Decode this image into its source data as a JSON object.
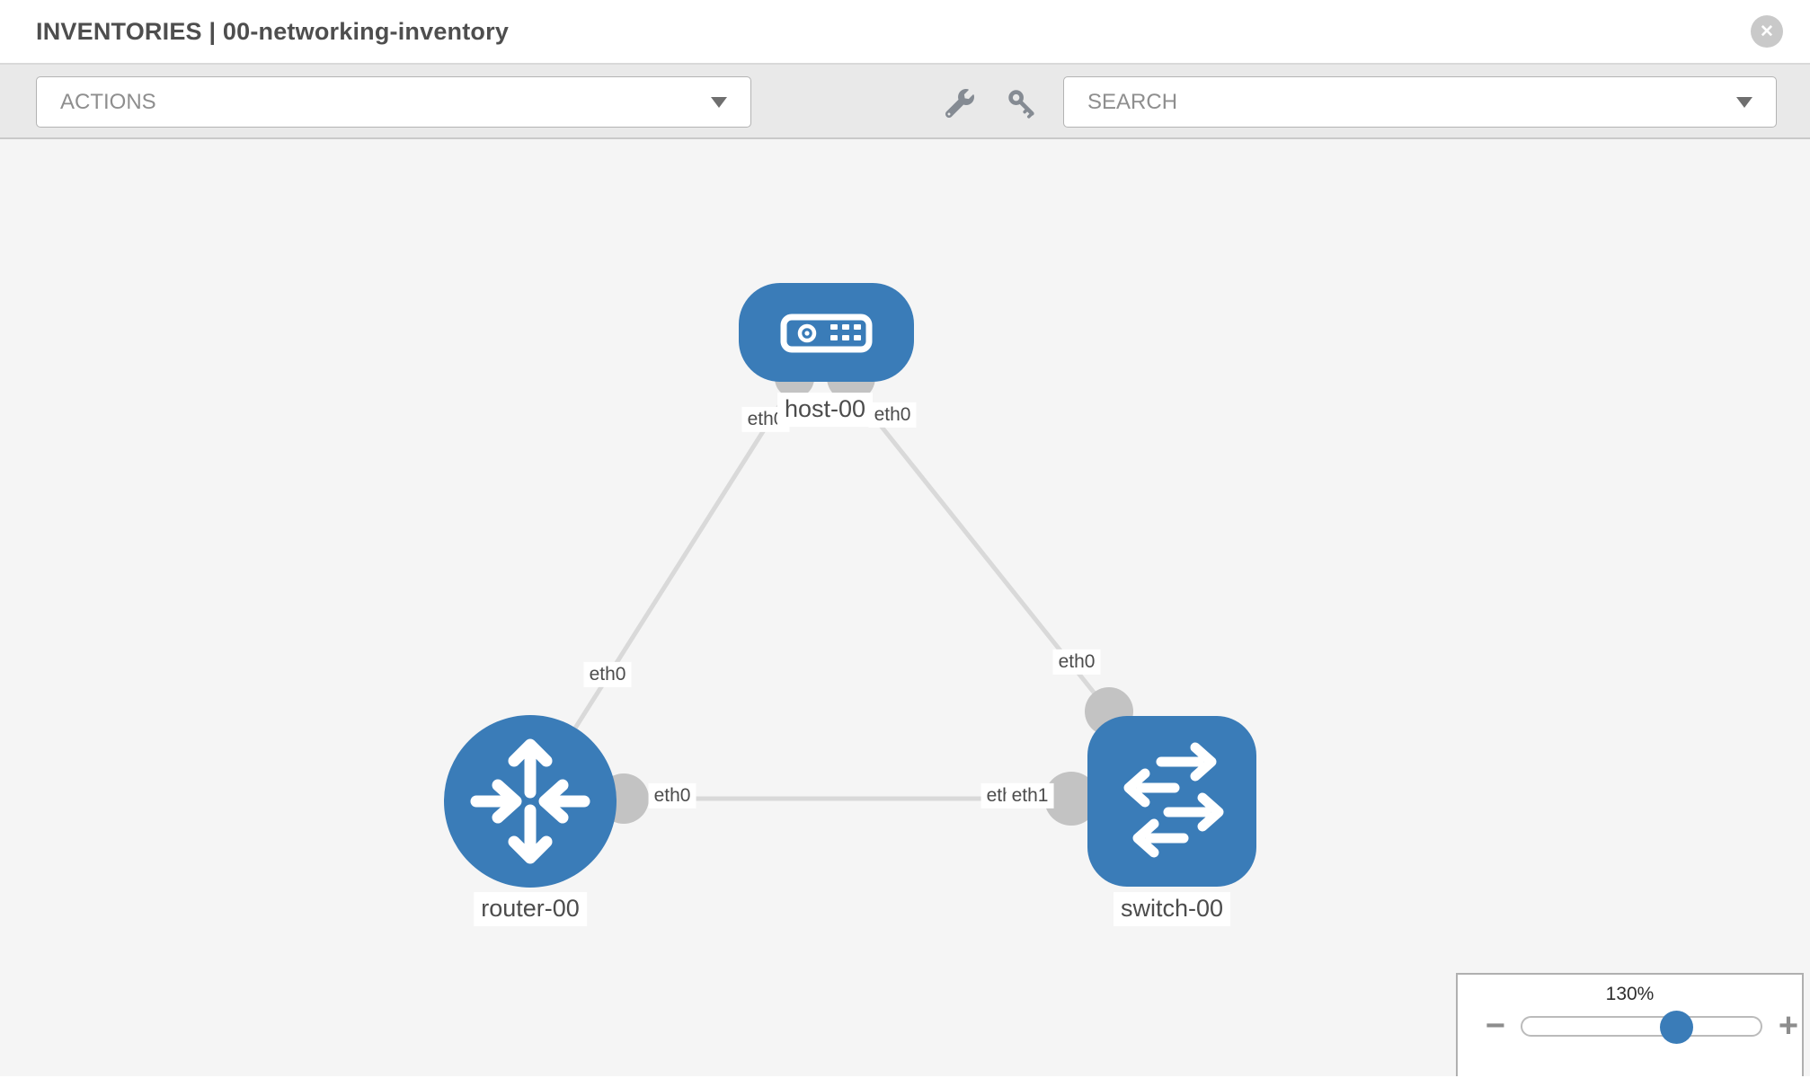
{
  "header": {
    "title": "INVENTORIES | 00-networking-inventory",
    "close_glyph": "✕"
  },
  "toolbar": {
    "actions_label": "ACTIONS",
    "search_label": "SEARCH",
    "wrench_icon": "wrench",
    "key_icon": "key"
  },
  "topology": {
    "nodes": [
      {
        "id": "host-00",
        "label": "host-00",
        "type": "host"
      },
      {
        "id": "router-00",
        "label": "router-00",
        "type": "router"
      },
      {
        "id": "switch-00",
        "label": "switch-00",
        "type": "switch"
      }
    ],
    "links": [
      {
        "from": "host-00",
        "from_iface": "eth0",
        "to": "router-00",
        "to_iface": "eth0"
      },
      {
        "from": "host-00",
        "from_iface": "eth0",
        "to": "switch-00",
        "to_iface": "eth0"
      },
      {
        "from": "router-00",
        "from_iface": "eth0",
        "to": "switch-00",
        "to_iface": "eth1"
      }
    ],
    "labels": {
      "link3_switch_overlapped": "eth0"
    }
  },
  "zoom_widget": {
    "value": "130%",
    "minus_glyph": "−",
    "plus_glyph": "+"
  },
  "colors": {
    "node_blue": "#3a7cb8",
    "link_gray": "#d9d9d9",
    "connector_gray": "#c3c3c3",
    "canvas_bg": "#f5f5f5"
  }
}
